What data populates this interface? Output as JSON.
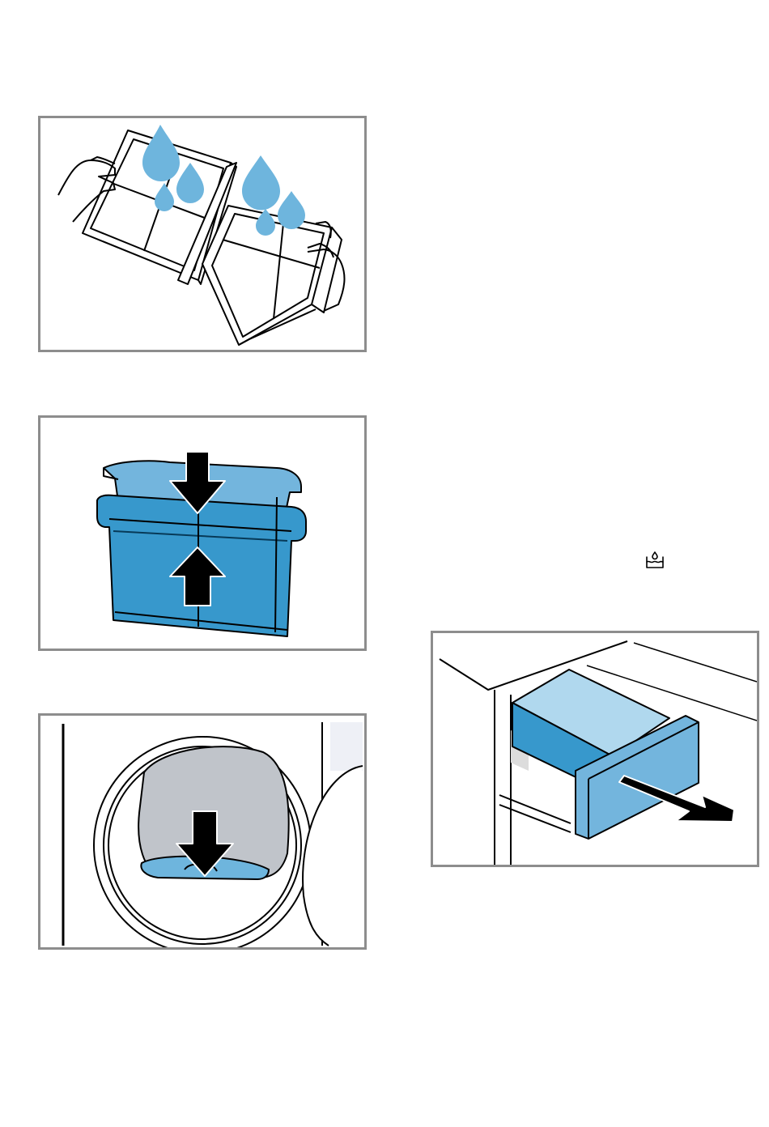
{
  "figures": [
    {
      "id": "wash-filters",
      "icon": "water-drops-filter-icon"
    },
    {
      "id": "assemble-filter",
      "icon": "filter-assembly-arrows-icon"
    },
    {
      "id": "insert-filter",
      "icon": "filter-insert-door-icon"
    },
    {
      "id": "pull-container",
      "icon": "water-container-drawer-icon"
    }
  ],
  "symbol": {
    "name": "empty-condenser-container-icon"
  },
  "colors": {
    "accent": "#3798cc",
    "accent_light": "#73b5dd",
    "drop": "#6eb5dd",
    "frame": "#8d8d8d"
  }
}
